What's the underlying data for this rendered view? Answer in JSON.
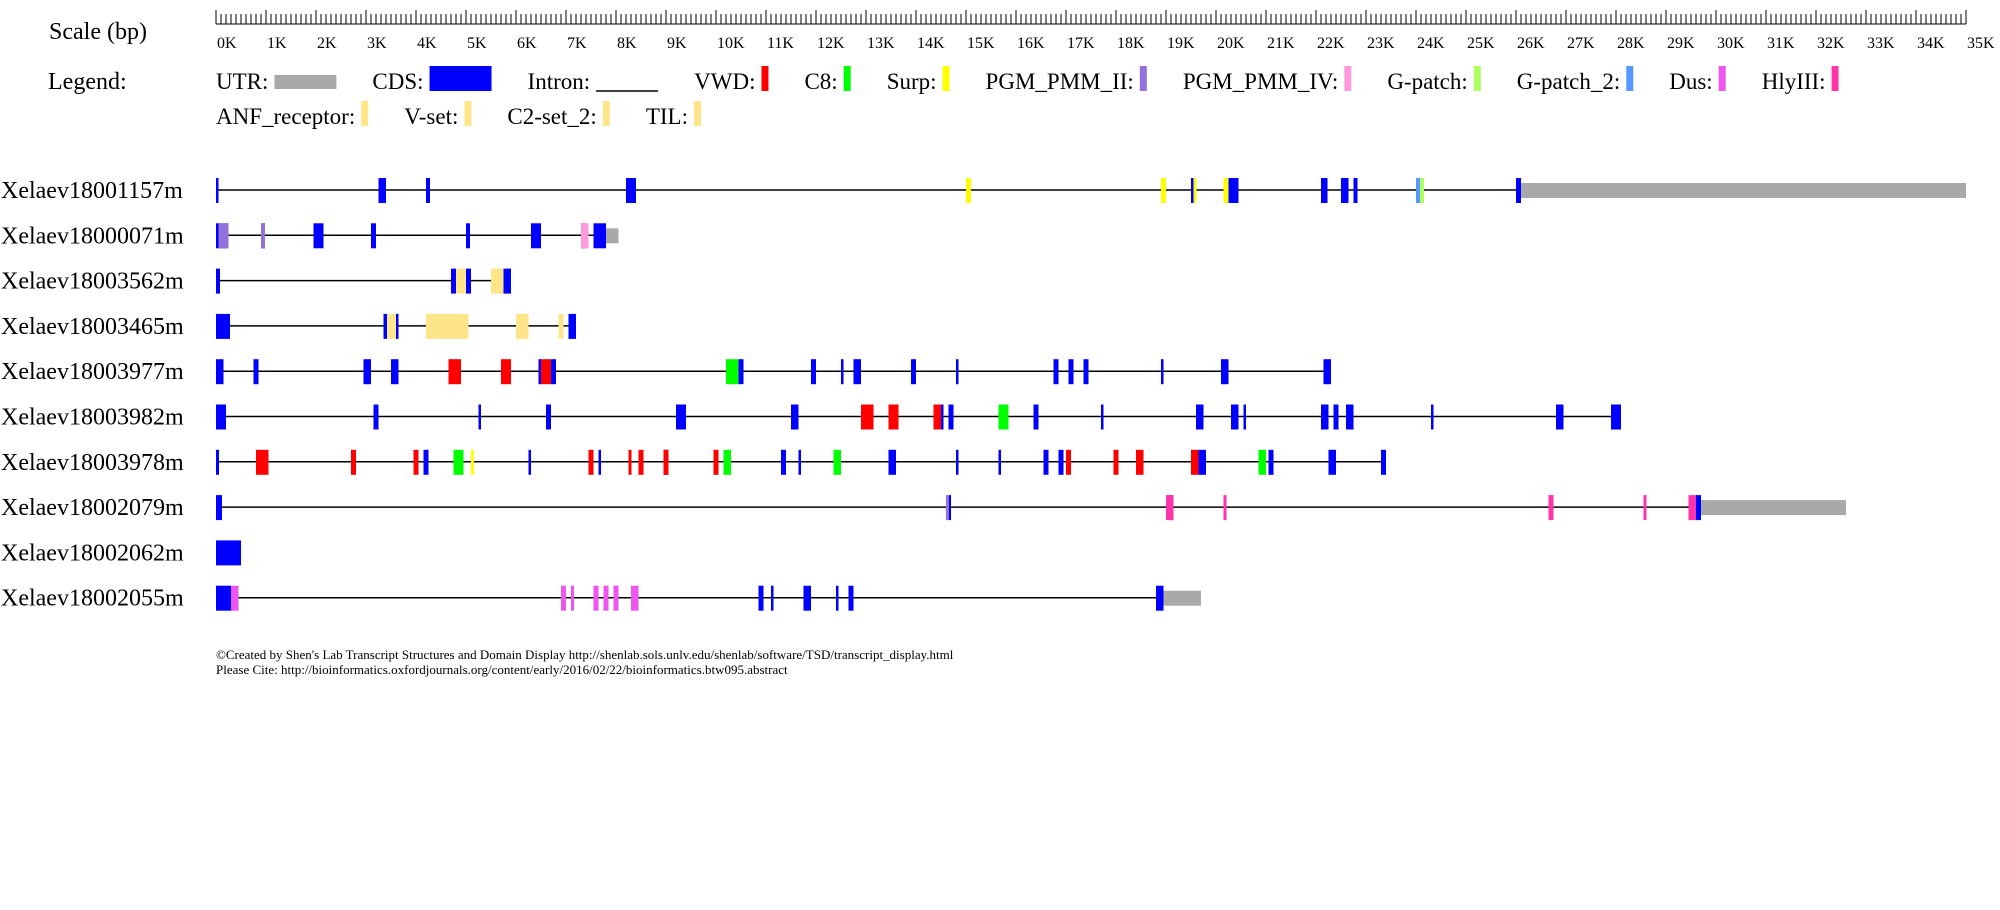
{
  "scale": {
    "label": "Scale (bp)",
    "max_bp": 35000,
    "tick_labels": [
      "0K",
      "1K",
      "2K",
      "3K",
      "4K",
      "5K",
      "6K",
      "7K",
      "8K",
      "9K",
      "10K",
      "11K",
      "12K",
      "13K",
      "14K",
      "15K",
      "16K",
      "17K",
      "18K",
      "19K",
      "20K",
      "21K",
      "22K",
      "23K",
      "24K",
      "25K",
      "26K",
      "27K",
      "28K",
      "29K",
      "30K",
      "31K",
      "32K",
      "33K",
      "34K",
      "35K"
    ]
  },
  "legend": {
    "label": "Legend:",
    "items": [
      {
        "name": "UTR:",
        "kind": "utr",
        "color": "#a9a9a9"
      },
      {
        "name": "CDS:",
        "kind": "cds",
        "color": "#0000ff"
      },
      {
        "name": "Intron:",
        "kind": "intron",
        "color": "#000000"
      },
      {
        "name": "VWD:",
        "kind": "domain",
        "color": "#ff0000"
      },
      {
        "name": "C8:",
        "kind": "domain",
        "color": "#00ff00"
      },
      {
        "name": "Surp:",
        "kind": "domain",
        "color": "#ffff00"
      },
      {
        "name": "PGM_PMM_II:",
        "kind": "domain",
        "color": "#9370db"
      },
      {
        "name": "PGM_PMM_IV:",
        "kind": "domain",
        "color": "#ff99dd"
      },
      {
        "name": "G-patch:",
        "kind": "domain",
        "color": "#adff5f"
      },
      {
        "name": "G-patch_2:",
        "kind": "domain",
        "color": "#5599ff"
      },
      {
        "name": "Dus:",
        "kind": "domain",
        "color": "#ee55ee"
      },
      {
        "name": "HlyIII:",
        "kind": "domain",
        "color": "#ff33aa"
      },
      {
        "name": "ANF_receptor:",
        "kind": "domain",
        "color": "#ffe58a"
      },
      {
        "name": "V-set:",
        "kind": "domain",
        "color": "#ffe58a"
      },
      {
        "name": "C2-set_2:",
        "kind": "domain",
        "color": "#ffe58a"
      },
      {
        "name": "TIL:",
        "kind": "domain",
        "color": "#ffe58a"
      }
    ]
  },
  "transcripts": [
    {
      "name": "Xelaev18001157m",
      "length": 35000,
      "utrs": [
        [
          26100,
          35000
        ]
      ],
      "cds": [
        [
          0,
          50
        ],
        [
          3250,
          3400
        ],
        [
          4200,
          4280
        ],
        [
          8200,
          8400
        ],
        [
          15000,
          15080
        ],
        [
          18900,
          18980
        ],
        [
          19500,
          19560
        ],
        [
          20200,
          20450
        ],
        [
          22100,
          22230
        ],
        [
          22500,
          22650
        ],
        [
          22750,
          22830
        ],
        [
          24000,
          24100
        ],
        [
          26000,
          26100
        ]
      ],
      "domains": [
        {
          "t": "Surp:",
          "r": [
            15000,
            15100
          ]
        },
        {
          "t": "Surp:",
          "r": [
            18900,
            19000
          ]
        },
        {
          "t": "Surp:",
          "r": [
            19550,
            19600
          ]
        },
        {
          "t": "Surp:",
          "r": [
            20150,
            20250
          ]
        },
        {
          "t": "G-patch:",
          "r": [
            24080,
            24160
          ]
        },
        {
          "t": "G-patch_2:",
          "r": [
            24000,
            24080
          ]
        }
      ]
    },
    {
      "name": "Xelaev18000071m",
      "length": 8050,
      "utrs": [
        [
          7800,
          8050
        ]
      ],
      "cds": [
        [
          0,
          250
        ],
        [
          900,
          980
        ],
        [
          1950,
          2150
        ],
        [
          3100,
          3200
        ],
        [
          5000,
          5080
        ],
        [
          6300,
          6500
        ],
        [
          7300,
          7400
        ],
        [
          7550,
          7800
        ]
      ],
      "domains": [
        {
          "t": "PGM_PMM_II:",
          "r": [
            50,
            250
          ]
        },
        {
          "t": "PGM_PMM_II:",
          "r": [
            900,
            980
          ]
        },
        {
          "t": "PGM_PMM_IV:",
          "r": [
            7300,
            7450
          ]
        }
      ]
    },
    {
      "name": "Xelaev18003562m",
      "length": 5900,
      "utrs": [],
      "cds": [
        [
          0,
          80
        ],
        [
          4700,
          4800
        ],
        [
          5000,
          5100
        ],
        [
          5750,
          5900
        ]
      ],
      "domains": [
        {
          "t": "V-set:",
          "r": [
            4800,
            5000
          ]
        },
        {
          "t": "C2-set_2:",
          "r": [
            5500,
            5750
          ]
        }
      ]
    },
    {
      "name": "Xelaev18003465m",
      "length": 7200,
      "utrs": [],
      "cds": [
        [
          0,
          280
        ],
        [
          3350,
          3420
        ],
        [
          3600,
          3650
        ],
        [
          7050,
          7200
        ]
      ],
      "domains": [
        {
          "t": "ANF_receptor:",
          "r": [
            3420,
            3600
          ]
        },
        {
          "t": "ANF_receptor:",
          "r": [
            4200,
            5050
          ]
        },
        {
          "t": "TIL:",
          "r": [
            6000,
            6250
          ]
        },
        {
          "t": "TIL:",
          "r": [
            6850,
            6950
          ]
        }
      ]
    },
    {
      "name": "Xelaev18003977m",
      "length": 22300,
      "utrs": [],
      "cds": [
        [
          0,
          150
        ],
        [
          750,
          850
        ],
        [
          2950,
          3100
        ],
        [
          3500,
          3650
        ],
        [
          6450,
          6500
        ],
        [
          6700,
          6800
        ],
        [
          10450,
          10550
        ],
        [
          11900,
          12000
        ],
        [
          12500,
          12550
        ],
        [
          12750,
          12900
        ],
        [
          13900,
          14000
        ],
        [
          14800,
          14850
        ],
        [
          16750,
          16850
        ],
        [
          17050,
          17150
        ],
        [
          17350,
          17450
        ],
        [
          18900,
          18950
        ],
        [
          20100,
          20250
        ],
        [
          22150,
          22300
        ]
      ],
      "domains": [
        {
          "t": "VWD:",
          "r": [
            4650,
            4900
          ]
        },
        {
          "t": "VWD:",
          "r": [
            5700,
            5900
          ]
        },
        {
          "t": "VWD:",
          "r": [
            6500,
            6700
          ]
        },
        {
          "t": "C8:",
          "r": [
            10200,
            10450
          ]
        }
      ]
    },
    {
      "name": "Xelaev18003982m",
      "length": 28100,
      "utrs": [],
      "cds": [
        [
          0,
          200
        ],
        [
          3150,
          3250
        ],
        [
          5250,
          5300
        ],
        [
          6600,
          6700
        ],
        [
          9200,
          9400
        ],
        [
          11500,
          11650
        ],
        [
          14400,
          14550
        ],
        [
          14650,
          14750
        ],
        [
          16350,
          16450
        ],
        [
          17700,
          17750
        ],
        [
          19600,
          19750
        ],
        [
          20300,
          20450
        ],
        [
          20550,
          20600
        ],
        [
          22100,
          22250
        ],
        [
          22350,
          22450
        ],
        [
          22600,
          22750
        ],
        [
          24300,
          24350
        ],
        [
          26800,
          26950
        ],
        [
          27900,
          28100
        ]
      ],
      "domains": [
        {
          "t": "VWD:",
          "r": [
            12900,
            13150
          ]
        },
        {
          "t": "VWD:",
          "r": [
            13450,
            13650
          ]
        },
        {
          "t": "VWD:",
          "r": [
            14350,
            14500
          ]
        },
        {
          "t": "C8:",
          "r": [
            15650,
            15850
          ]
        }
      ]
    },
    {
      "name": "Xelaev18003978m",
      "length": 23400,
      "utrs": [],
      "cds": [
        [
          0,
          60
        ],
        [
          4150,
          4250
        ],
        [
          6250,
          6300
        ],
        [
          7650,
          7700
        ],
        [
          8950,
          9050
        ],
        [
          9950,
          10000
        ],
        [
          11300,
          11400
        ],
        [
          11650,
          11700
        ],
        [
          13450,
          13600
        ],
        [
          14800,
          14850
        ],
        [
          15650,
          15700
        ],
        [
          16550,
          16650
        ],
        [
          16850,
          16950
        ],
        [
          19650,
          19800
        ],
        [
          21050,
          21150
        ],
        [
          22250,
          22400
        ],
        [
          23300,
          23400
        ]
      ],
      "domains": [
        {
          "t": "VWD:",
          "r": [
            800,
            1050
          ]
        },
        {
          "t": "VWD:",
          "r": [
            2700,
            2800
          ]
        },
        {
          "t": "VWD:",
          "r": [
            3950,
            4050
          ]
        },
        {
          "t": "C8:",
          "r": [
            4750,
            4950
          ]
        },
        {
          "t": "Surp:",
          "r": [
            5100,
            5150
          ]
        },
        {
          "t": "VWD:",
          "r": [
            7450,
            7550
          ]
        },
        {
          "t": "VWD:",
          "r": [
            8250,
            8300
          ]
        },
        {
          "t": "VWD:",
          "r": [
            8450,
            8550
          ]
        },
        {
          "t": "VWD:",
          "r": [
            8950,
            9050
          ]
        },
        {
          "t": "VWD:",
          "r": [
            9950,
            10050
          ]
        },
        {
          "t": "C8:",
          "r": [
            10150,
            10300
          ]
        },
        {
          "t": "C8:",
          "r": [
            12350,
            12500
          ]
        },
        {
          "t": "VWD:",
          "r": [
            17000,
            17100
          ]
        },
        {
          "t": "VWD:",
          "r": [
            17950,
            18050
          ]
        },
        {
          "t": "VWD:",
          "r": [
            18400,
            18550
          ]
        },
        {
          "t": "VWD:",
          "r": [
            19500,
            19650
          ]
        },
        {
          "t": "C8:",
          "r": [
            20850,
            21000
          ]
        }
      ]
    },
    {
      "name": "Xelaev18002079m",
      "length": 32600,
      "utrs": [
        [
          29700,
          32600
        ]
      ],
      "cds": [
        [
          0,
          120
        ],
        [
          14650,
          14700
        ],
        [
          19050,
          19150
        ],
        [
          29600,
          29700
        ]
      ],
      "domains": [
        {
          "t": "PGM_PMM_II:",
          "r": [
            14600,
            14650
          ]
        },
        {
          "t": "HlyIII:",
          "r": [
            19000,
            19150
          ]
        },
        {
          "t": "HlyIII:",
          "r": [
            20150,
            20200
          ]
        },
        {
          "t": "HlyIII:",
          "r": [
            26650,
            26750
          ]
        },
        {
          "t": "HlyIII:",
          "r": [
            28550,
            28600
          ]
        },
        {
          "t": "HlyIII:",
          "r": [
            29450,
            29600
          ]
        }
      ]
    },
    {
      "name": "Xelaev18002062m",
      "length": 500,
      "utrs": [],
      "cds": [
        [
          0,
          500
        ]
      ],
      "domains": []
    },
    {
      "name": "Xelaev18002055m",
      "length": 19700,
      "utrs": [
        [
          18950,
          19700
        ]
      ],
      "cds": [
        [
          0,
          300
        ],
        [
          10850,
          10950
        ],
        [
          11100,
          11150
        ],
        [
          11750,
          11900
        ],
        [
          12400,
          12450
        ],
        [
          12650,
          12750
        ],
        [
          18800,
          18950
        ]
      ],
      "domains": [
        {
          "t": "Dus:",
          "r": [
            300,
            450
          ]
        },
        {
          "t": "Dus:",
          "r": [
            6900,
            7000
          ]
        },
        {
          "t": "Dus:",
          "r": [
            7100,
            7150
          ]
        },
        {
          "t": "Dus:",
          "r": [
            7550,
            7650
          ]
        },
        {
          "t": "Dus:",
          "r": [
            7750,
            7850
          ]
        },
        {
          "t": "Dus:",
          "r": [
            7950,
            8050
          ]
        },
        {
          "t": "Dus:",
          "r": [
            8300,
            8450
          ]
        }
      ]
    }
  ],
  "footer": {
    "line1": "©Created by Shen's Lab Transcript Structures and Domain Display http://shenlab.sols.unlv.edu/shenlab/software/TSD/transcript_display.html",
    "line2": "Please Cite: http://bioinformatics.oxfordjournals.org/content/early/2016/02/22/bioinformatics.btw095.abstract"
  }
}
